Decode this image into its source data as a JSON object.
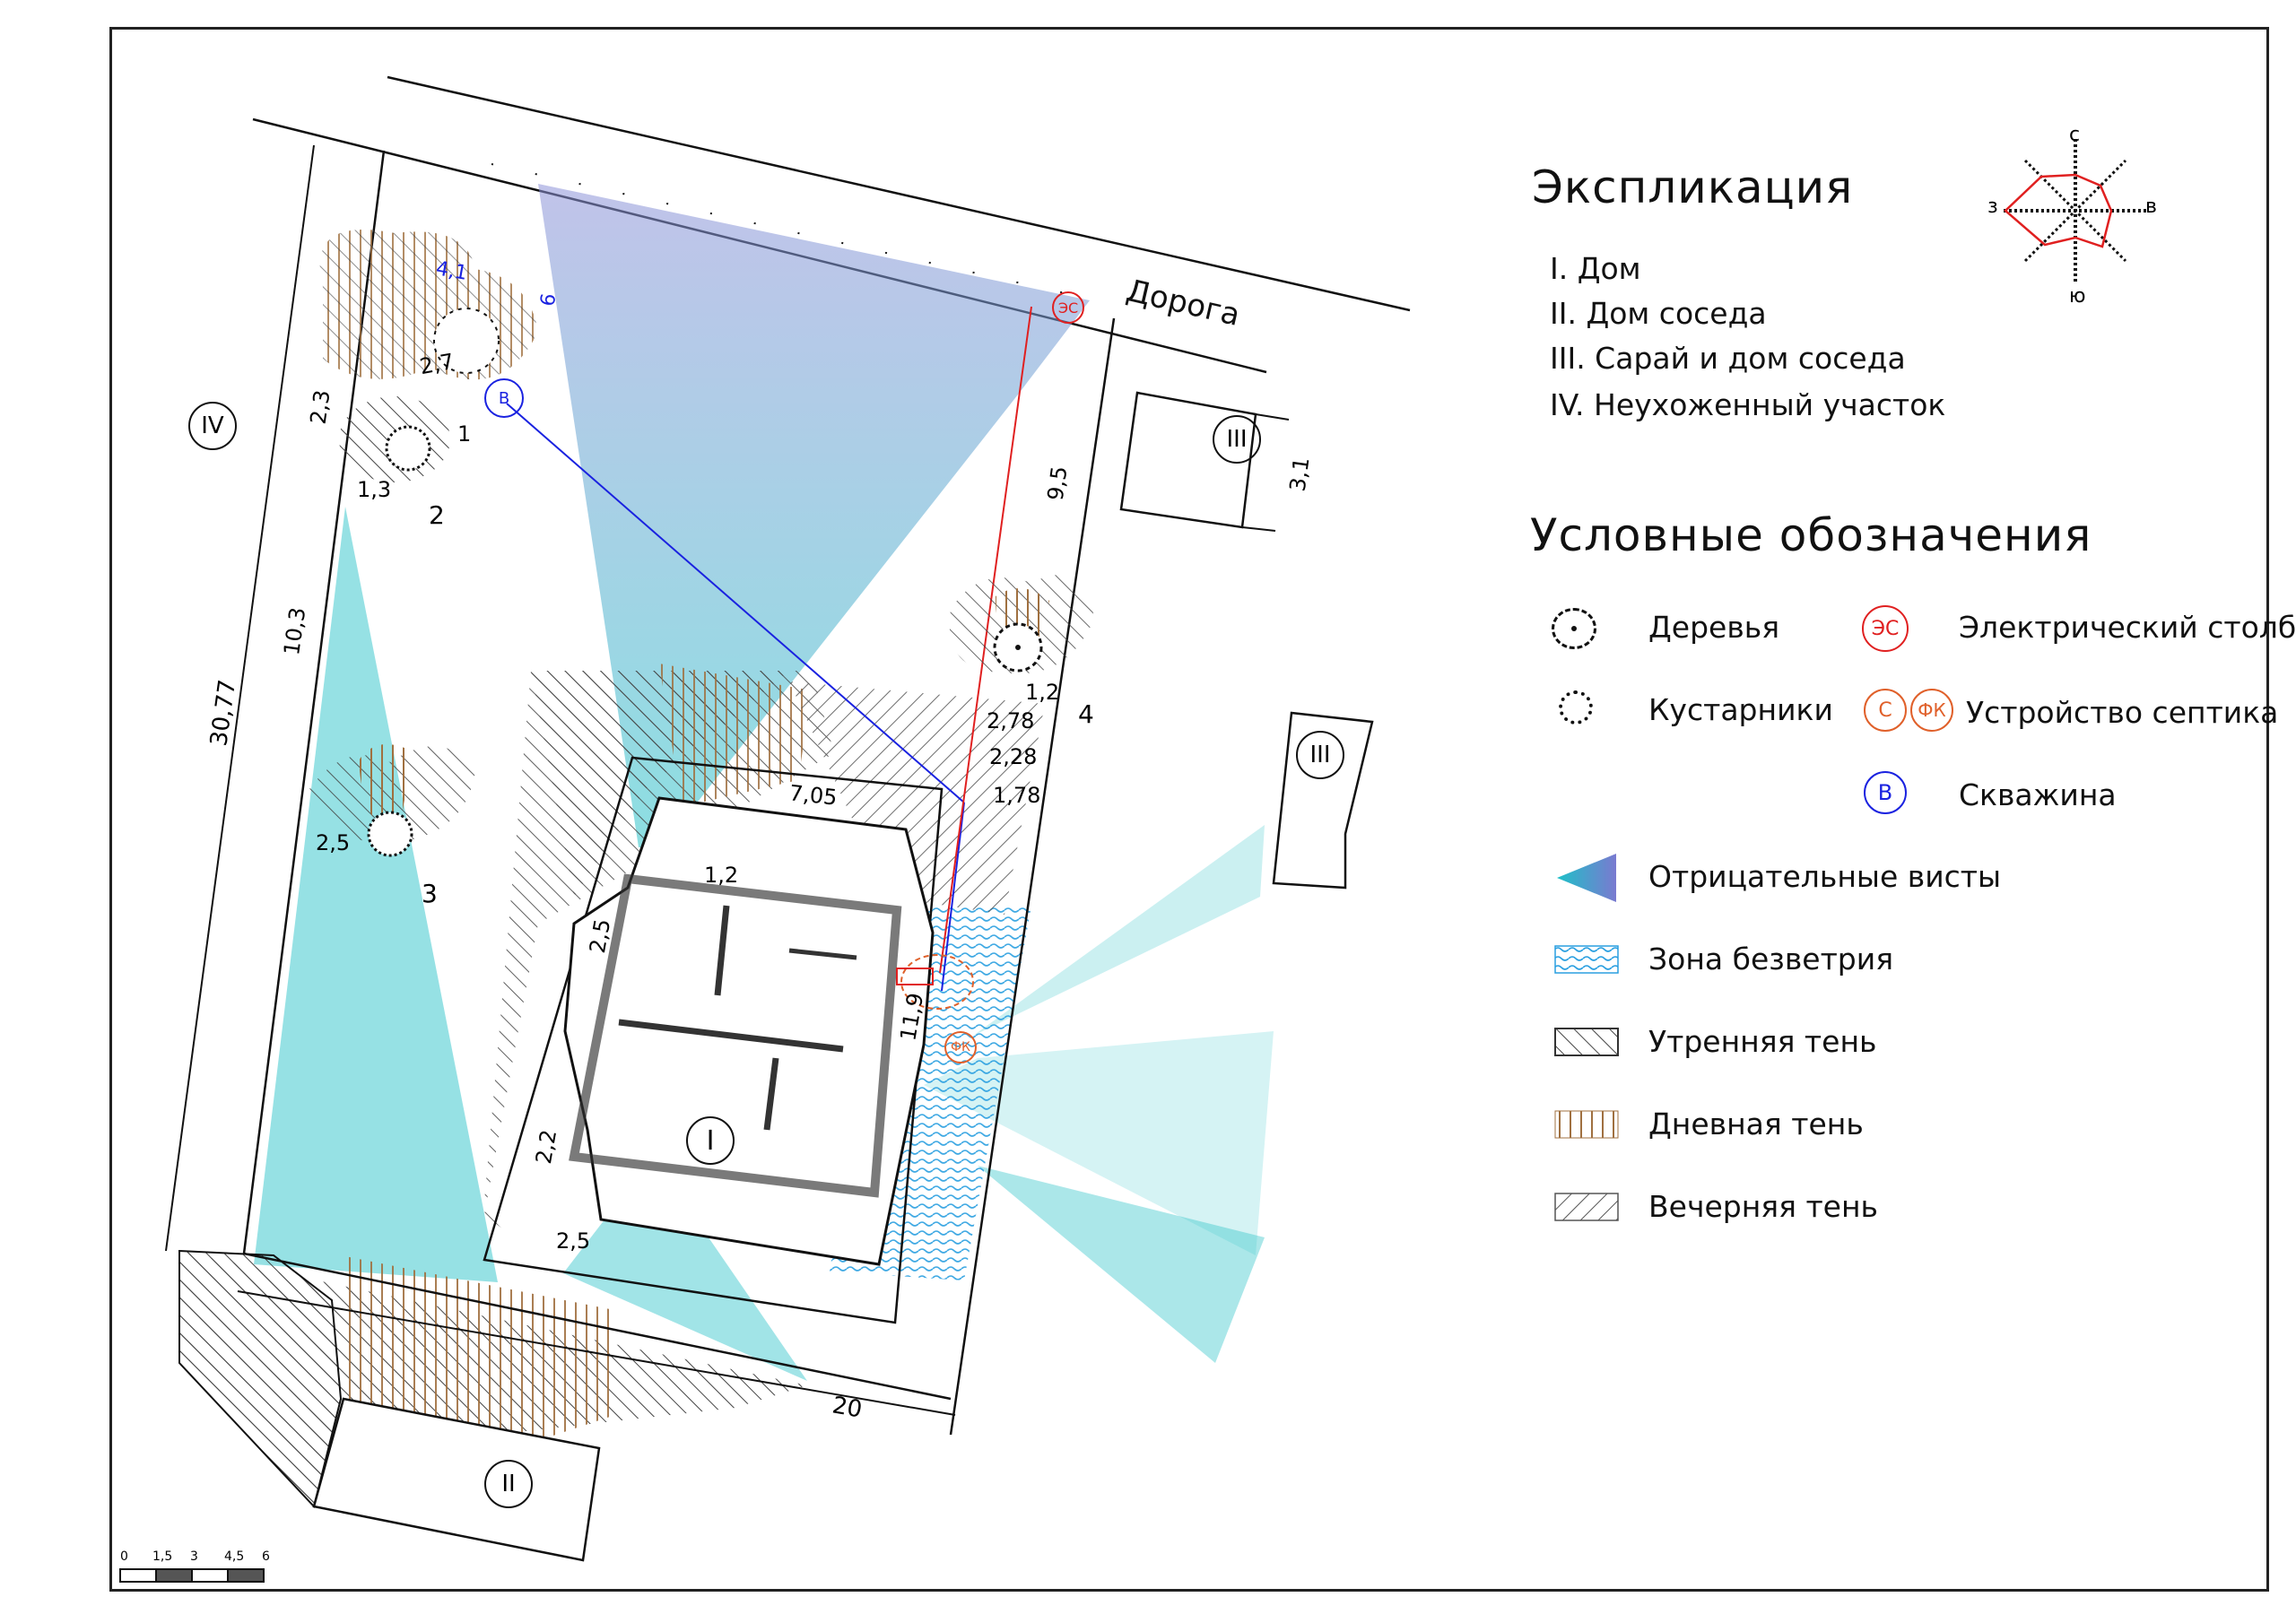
{
  "explication": {
    "title": "Экспликация",
    "items": [
      "I. Дом",
      "II. Дом соседа",
      "III. Сарай и дом соседа",
      "IV. Неухоженный участок"
    ]
  },
  "legend": {
    "title": "Условные обозначения",
    "items": [
      {
        "symbol": "tree-icon",
        "label": "Деревья"
      },
      {
        "symbol": "shrub-icon",
        "label": "Кустарники"
      },
      {
        "symbol": "electric-pole-icon",
        "code": "ЭС",
        "label": "Электрический столб"
      },
      {
        "symbol": "septic-icon",
        "codes": [
          "С",
          "ФК"
        ],
        "label": "Устройство септика"
      },
      {
        "symbol": "well-icon",
        "code": "В",
        "label": "Скважина"
      },
      {
        "symbol": "negative-view-icon",
        "label": "Отрицательные висты"
      },
      {
        "symbol": "windless-zone-icon",
        "label": "Зона безветрия"
      },
      {
        "symbol": "morning-shadow-icon",
        "label": "Утренняя тень"
      },
      {
        "symbol": "day-shadow-icon",
        "label": "Дневная тень"
      },
      {
        "symbol": "evening-shadow-icon",
        "label": "Вечерняя тень"
      }
    ]
  },
  "compass": {
    "n": "с",
    "s": "ю",
    "w": "з",
    "e": "в"
  },
  "plan": {
    "road_label": "Дорога",
    "zones": {
      "house": "I",
      "neighbor_house": "II",
      "shed": "III",
      "unkempt": "IV"
    },
    "dimensions": {
      "left_total": "30,77",
      "left_upper": "2,3",
      "left_mid": "10,3",
      "bottom": "20",
      "right_top": "9,5",
      "shed_width": "3,1",
      "d_278": "2,78",
      "d_228": "2,28",
      "d_178": "1,78",
      "d_705": "7,05",
      "d_25a": "2,5",
      "d_25b": "2,5",
      "d_25c": "2,5",
      "d_22": "2,2",
      "d_119": "11,9",
      "d_12a": "1,2",
      "d_12b": "1,2",
      "d_13": "1,3",
      "d_27": "2,7",
      "d_41": "4,1",
      "d_6": "6"
    },
    "tree_numbers": {
      "t1": "1",
      "t2": "2",
      "t3": "3",
      "t4": "4"
    },
    "markers": {
      "pole": "ЭС",
      "septic": "ФК",
      "well": "В"
    }
  },
  "scale_bar": {
    "ticks": [
      "0",
      "1,5",
      "3",
      "4,5",
      "6"
    ]
  },
  "colors": {
    "view_cyan": "#2ec4c9",
    "wind_blue": "#2a9fe0",
    "pole_red": "#e02020",
    "septic_orange": "#e0602a",
    "well_blue": "#1a22e0",
    "shadow_brown": "#a07040"
  }
}
